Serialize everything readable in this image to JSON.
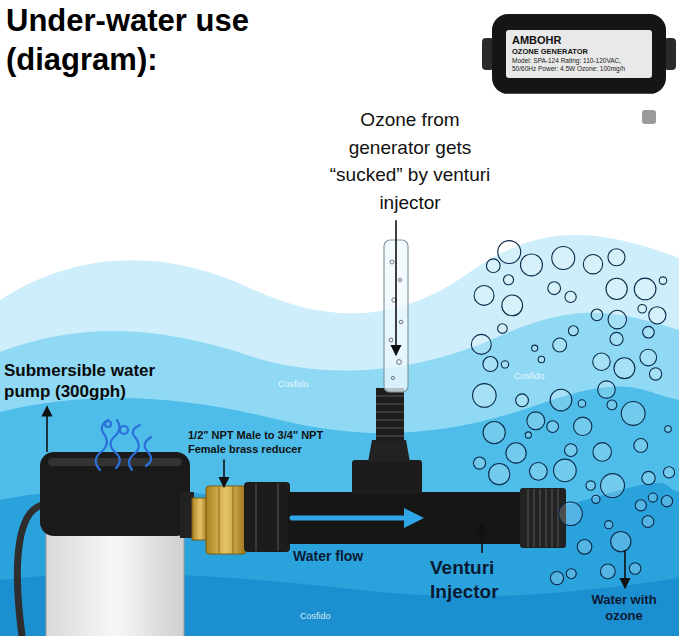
{
  "diagram": {
    "title": "Under-water use (diagram):",
    "nodes": [
      {
        "text": [
          "AMBOHR",
          "OZONE GENERATOR",
          "Model: SPA-124 Rating: 110-120VAC, 50/60Hz Power: 4.5W Ozone: 100mg/h"
        ]
      }
    ],
    "labels": [
      "Ozone from generator gets “sucked” by venturi injector",
      "Submersible water pump (300gph)",
      "1/2\" NPT Male to 3/4\" NPT Female brass reducer",
      "Water flow",
      "Venturi Injector",
      "Water with ozone",
      "Cosfido",
      "Cosfido",
      "Cosfido"
    ]
  }
}
